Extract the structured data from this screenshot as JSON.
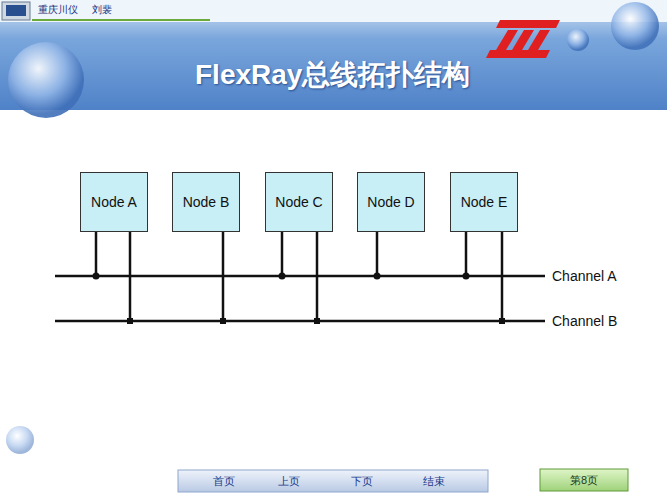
{
  "diagram": {
    "title": "FlexRay总线拓扑结构",
    "nodes": [
      {
        "text": [
          "Node A"
        ]
      },
      {
        "text": [
          "Node B"
        ]
      },
      {
        "text": [
          "Node C"
        ]
      },
      {
        "text": [
          "Node D"
        ]
      },
      {
        "text": [
          "Node E"
        ]
      }
    ],
    "labels": [
      "重庆川仪",
      "刘裴",
      "Channel A",
      "Channel B",
      "首页",
      "上页",
      "下页",
      "结束",
      "第8页"
    ]
  }
}
